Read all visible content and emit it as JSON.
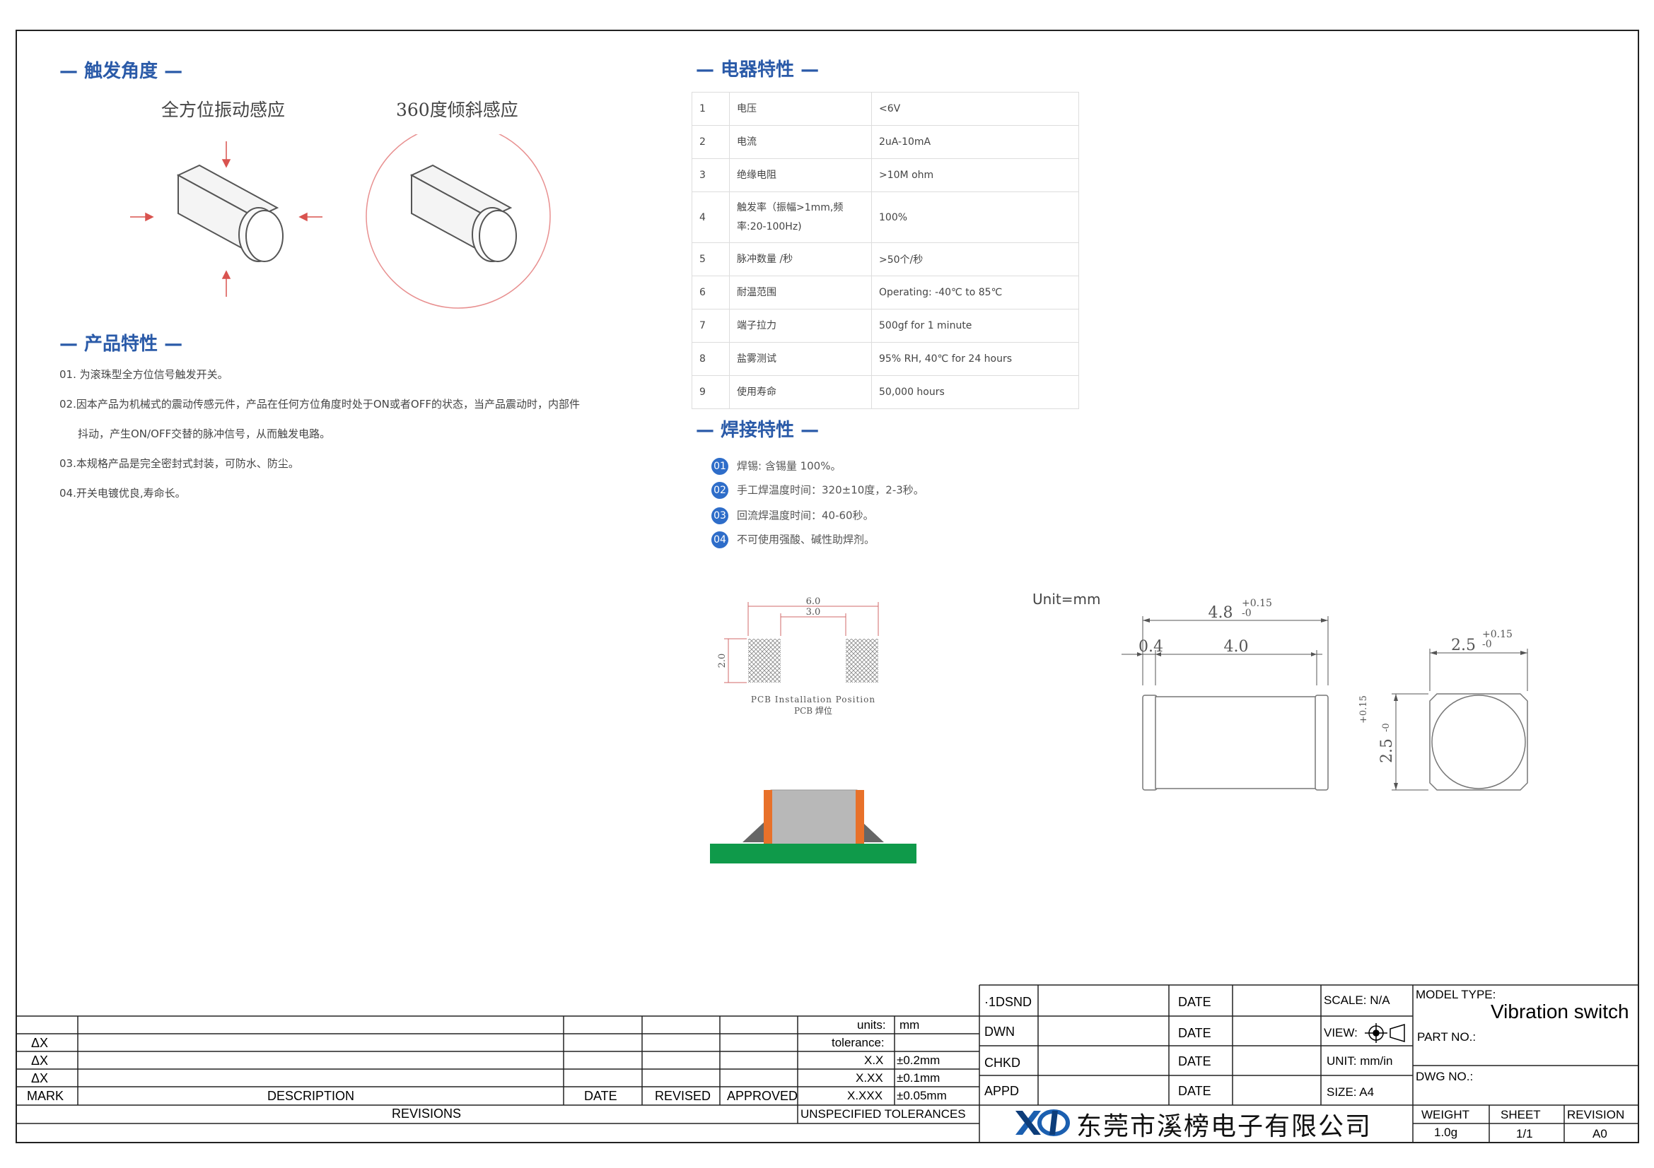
{
  "sections": {
    "trigger_angle": "— 触发角度 —",
    "product_features": "— 产品特性 —",
    "electrical": "— 电器特性 —",
    "soldering": "— 焊接特性 —"
  },
  "captions": {
    "omni": "全方位振动感应",
    "tilt": "360度倾斜感应"
  },
  "features": [
    "01. 为滚珠型全方位信号触发开关。",
    "02.因本产品为机械式的震动传感元件，产品在任何方位角度时处于ON或者OFF的状态，当产品震动时，内部件",
    "抖动，产生ON/OFF交替的脉冲信号，从而触发电路。",
    "03.本规格产品是完全密封式封装，可防水、防尘。",
    "04.开关电镀优良,寿命长。"
  ],
  "spec_rows": [
    {
      "no": "1",
      "name": "电压",
      "value": "<6V"
    },
    {
      "no": "2",
      "name": "电流",
      "value": "2uA-10mA"
    },
    {
      "no": "3",
      "name": "绝缘电阻",
      "value": ">10M ohm"
    },
    {
      "no": "4",
      "name": "触发率（振幅>1mm,频率:20-100Hz)",
      "value": "100%"
    },
    {
      "no": "5",
      "name": "脉冲数量 /秒",
      "value": ">50个/秒"
    },
    {
      "no": "6",
      "name": "耐温范围",
      "value": "Operating: -40℃ to 85℃"
    },
    {
      "no": "7",
      "name": "端子拉力",
      "value": "500gf for 1 minute"
    },
    {
      "no": "8",
      "name": "盐雾测试",
      "value": "95% RH, 40℃ for 24 hours"
    },
    {
      "no": "9",
      "name": "使用寿命",
      "value": "50,000 hours"
    }
  ],
  "solder_items": [
    {
      "no": "01",
      "text": "焊锡: 含锡量 100%。"
    },
    {
      "no": "02",
      "text": "手工焊温度时间：320±10度，2-3秒。"
    },
    {
      "no": "03",
      "text": "回流焊温度时间：40-60秒。"
    },
    {
      "no": "04",
      "text": "不可使用强酸、碱性助焊剂。"
    }
  ],
  "unit_label": "Unit=mm",
  "pcb": {
    "dim_outer": "6.0",
    "dim_inner": "3.0",
    "dim_height": "2.0",
    "label_en": "PCB Installation Position",
    "label_cn": "PCB 焊位"
  },
  "side_dims": {
    "overall": "4.8",
    "overall_tol_plus": "+0.15",
    "overall_tol_minus": "-0",
    "cap": "0.4",
    "body": "4.0"
  },
  "end_dims": {
    "width": "2.5",
    "width_tol_plus": "+0.15",
    "width_tol_minus": "-0",
    "height": "2.5",
    "height_tol_plus": "+0.15",
    "height_tol_minus": "-0"
  },
  "colors": {
    "accent": "#2a5aa8",
    "badge": "#2e6dc9",
    "pcb_green": "#0f9a4a",
    "terminal": "#e8712a",
    "body_gray": "#b8b8b8"
  },
  "title_block": {
    "revision_marks": [
      "ΔX",
      "ΔX",
      "ΔX"
    ],
    "headers": {
      "mark": "MARK",
      "description": "DESCRIPTION",
      "date": "DATE",
      "revised": "REVISED",
      "approved": "APPROVED"
    },
    "revisions_label": "REVISIONS",
    "units_label": "units:",
    "units_value": "mm",
    "tolerance_label": "tolerance:",
    "tolerances": [
      {
        "k": "X.X",
        "v": "±0.2mm"
      },
      {
        "k": "X.XX",
        "v": "±0.1mm"
      },
      {
        "k": "X.XXX",
        "v": "±0.05mm"
      }
    ],
    "unspecified": "UNSPECIFIED TOLERANCES",
    "sign_rows": [
      {
        "role": "·1DSND",
        "date": "DATE"
      },
      {
        "role": "DWN",
        "date": "DATE"
      },
      {
        "role": "CHKD",
        "date": "DATE"
      },
      {
        "role": "APPD",
        "date": "DATE"
      }
    ],
    "scale": "SCALE: N/A",
    "view": "VIEW:",
    "unit": "UNIT: mm/in",
    "size": "SIZE: A4",
    "model_type_label": "MODEL TYPE:",
    "model_type_value": "Vibration switch",
    "part_no_label": "PART NO.:",
    "dwg_no_label": "DWG NO.:",
    "weight_label": "WEIGHT",
    "weight_value": "1.0g",
    "sheet_label": "SHEET",
    "sheet_value": "1/1",
    "revision_label": "REVISION",
    "revision_value": "A0",
    "company": "东莞市溪榜电子有限公司"
  }
}
